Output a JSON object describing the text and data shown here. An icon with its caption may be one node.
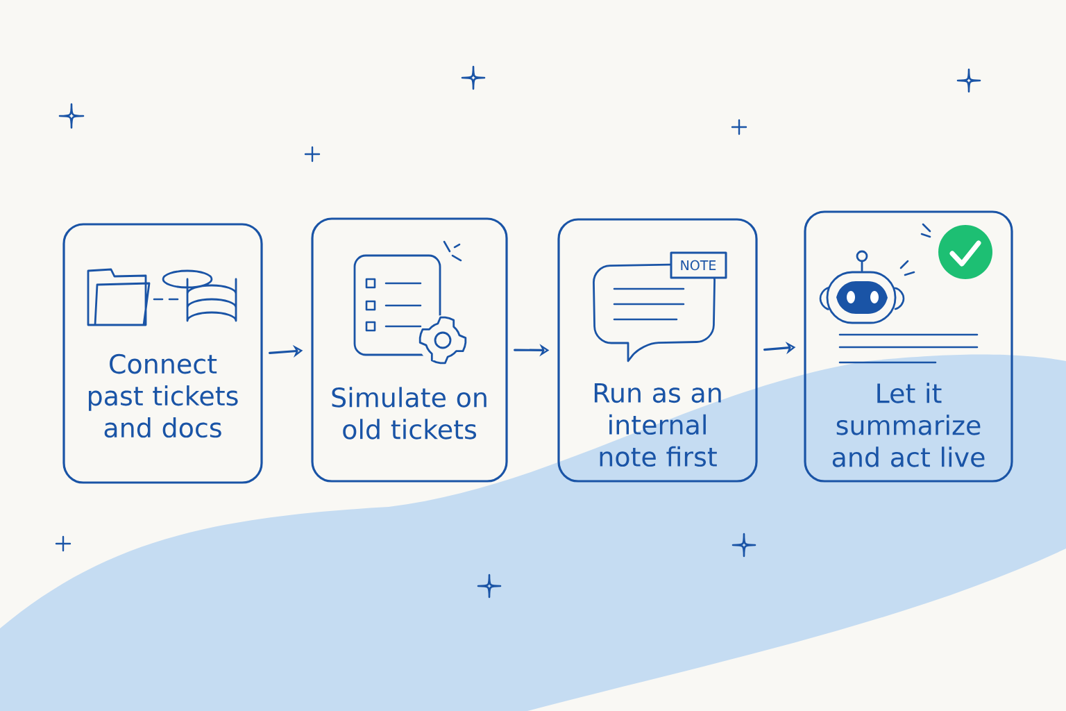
{
  "diagram": {
    "nodes": [
      {
        "text": [
          "Connect past tickets and docs"
        ]
      },
      {
        "text": [
          "Simulate on old tickets"
        ]
      },
      {
        "text": [
          "Run as an internal note first"
        ]
      },
      {
        "text": [
          "Let it summarize and act live"
        ]
      }
    ],
    "edges": [
      {
        "from": 0,
        "to": 1,
        "arrow": "to"
      },
      {
        "from": 1,
        "to": 2,
        "arrow": "to"
      },
      {
        "from": 2,
        "to": 3,
        "arrow": "to"
      }
    ],
    "labels": [
      "NOTE"
    ]
  }
}
